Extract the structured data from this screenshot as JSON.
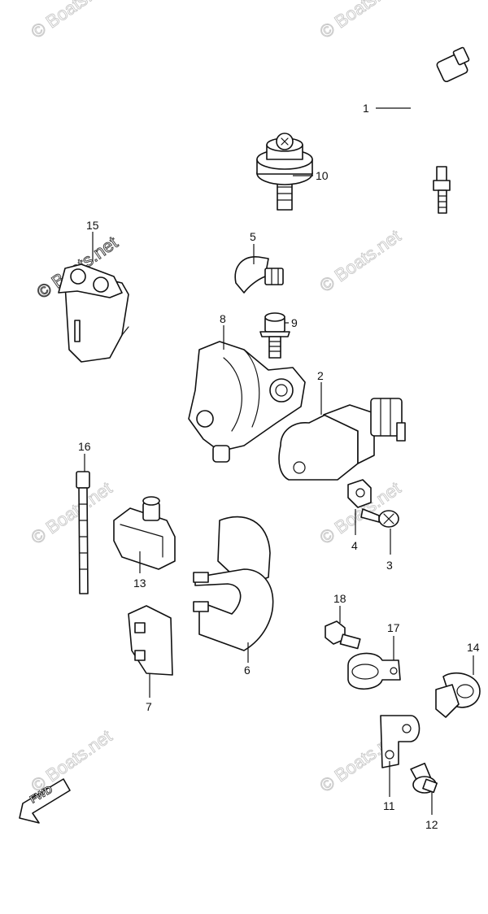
{
  "watermark": "© Boats.net",
  "fwd_label": "FWD",
  "callouts": {
    "c1": "1",
    "c2": "2",
    "c3": "3",
    "c4": "4",
    "c5": "5",
    "c6": "6",
    "c7": "7",
    "c8": "8",
    "c9": "9",
    "c10": "10",
    "c11": "11",
    "c12": "12",
    "c13": "13",
    "c14": "14",
    "c15": "15",
    "c16": "16",
    "c17": "17",
    "c18": "18"
  }
}
